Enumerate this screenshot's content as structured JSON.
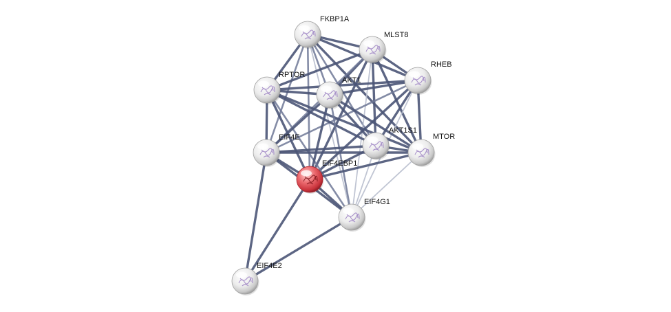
{
  "network": {
    "nodes": [
      {
        "id": "FKBP1A",
        "label": "FKBP1A",
        "query": false,
        "icon": "protein-structure-icon"
      },
      {
        "id": "MLST8",
        "label": "MLST8",
        "query": false,
        "icon": "protein-structure-icon"
      },
      {
        "id": "RHEB",
        "label": "RHEB",
        "query": false,
        "icon": "protein-structure-icon"
      },
      {
        "id": "RPTOR",
        "label": "RPTOR",
        "query": false,
        "icon": "protein-structure-icon"
      },
      {
        "id": "AKT1",
        "label": "AKT1",
        "query": false,
        "icon": "protein-structure-icon"
      },
      {
        "id": "AKT1S1",
        "label": "AKT1S1",
        "query": false,
        "icon": "protein-structure-icon"
      },
      {
        "id": "MTOR",
        "label": "MTOR",
        "query": false,
        "icon": "protein-structure-icon"
      },
      {
        "id": "EIF4E",
        "label": "EIF4E",
        "query": false,
        "icon": "protein-structure-icon"
      },
      {
        "id": "EIF4EBP1",
        "label": "EIF4EBP1",
        "query": true,
        "icon": "protein-structure-icon"
      },
      {
        "id": "EIF4G1",
        "label": "EIF4G1",
        "query": false,
        "icon": "protein-structure-icon"
      },
      {
        "id": "EIF4E2",
        "label": "EIF4E2",
        "query": false,
        "icon": "protein-structure-icon"
      }
    ],
    "edges": [
      {
        "source": "FKBP1A",
        "target": "MLST8",
        "strength": "strong"
      },
      {
        "source": "FKBP1A",
        "target": "RPTOR",
        "strength": "strong"
      },
      {
        "source": "FKBP1A",
        "target": "RHEB",
        "strength": "strong"
      },
      {
        "source": "FKBP1A",
        "target": "AKT1",
        "strength": "medium"
      },
      {
        "source": "FKBP1A",
        "target": "MTOR",
        "strength": "strong"
      },
      {
        "source": "FKBP1A",
        "target": "AKT1S1",
        "strength": "medium"
      },
      {
        "source": "FKBP1A",
        "target": "EIF4E",
        "strength": "medium"
      },
      {
        "source": "FKBP1A",
        "target": "EIF4EBP1",
        "strength": "medium"
      },
      {
        "source": "FKBP1A",
        "target": "EIF4G1",
        "strength": "weak"
      },
      {
        "source": "MLST8",
        "target": "RPTOR",
        "strength": "strong"
      },
      {
        "source": "MLST8",
        "target": "RHEB",
        "strength": "strong"
      },
      {
        "source": "MLST8",
        "target": "AKT1",
        "strength": "strong"
      },
      {
        "source": "MLST8",
        "target": "MTOR",
        "strength": "strong"
      },
      {
        "source": "MLST8",
        "target": "AKT1S1",
        "strength": "strong"
      },
      {
        "source": "MLST8",
        "target": "EIF4E",
        "strength": "medium"
      },
      {
        "source": "MLST8",
        "target": "EIF4EBP1",
        "strength": "strong"
      },
      {
        "source": "MLST8",
        "target": "EIF4G1",
        "strength": "weak"
      },
      {
        "source": "RHEB",
        "target": "RPTOR",
        "strength": "strong"
      },
      {
        "source": "RHEB",
        "target": "AKT1",
        "strength": "strong"
      },
      {
        "source": "RHEB",
        "target": "MTOR",
        "strength": "strong"
      },
      {
        "source": "RHEB",
        "target": "AKT1S1",
        "strength": "strong"
      },
      {
        "source": "RHEB",
        "target": "EIF4E",
        "strength": "medium"
      },
      {
        "source": "RHEB",
        "target": "EIF4EBP1",
        "strength": "strong"
      },
      {
        "source": "RHEB",
        "target": "EIF4G1",
        "strength": "weak"
      },
      {
        "source": "RPTOR",
        "target": "AKT1",
        "strength": "strong"
      },
      {
        "source": "RPTOR",
        "target": "MTOR",
        "strength": "strong"
      },
      {
        "source": "RPTOR",
        "target": "AKT1S1",
        "strength": "strong"
      },
      {
        "source": "RPTOR",
        "target": "EIF4E",
        "strength": "strong"
      },
      {
        "source": "RPTOR",
        "target": "EIF4EBP1",
        "strength": "strong"
      },
      {
        "source": "RPTOR",
        "target": "EIF4G1",
        "strength": "medium"
      },
      {
        "source": "AKT1",
        "target": "MTOR",
        "strength": "strong"
      },
      {
        "source": "AKT1",
        "target": "AKT1S1",
        "strength": "strong"
      },
      {
        "source": "AKT1",
        "target": "EIF4E",
        "strength": "strong"
      },
      {
        "source": "AKT1",
        "target": "EIF4EBP1",
        "strength": "strong"
      },
      {
        "source": "AKT1",
        "target": "EIF4G1",
        "strength": "medium"
      },
      {
        "source": "AKT1S1",
        "target": "MTOR",
        "strength": "strong"
      },
      {
        "source": "AKT1S1",
        "target": "EIF4E",
        "strength": "strong"
      },
      {
        "source": "AKT1S1",
        "target": "EIF4EBP1",
        "strength": "strong"
      },
      {
        "source": "AKT1S1",
        "target": "EIF4G1",
        "strength": "weak"
      },
      {
        "source": "MTOR",
        "target": "EIF4E",
        "strength": "strong"
      },
      {
        "source": "MTOR",
        "target": "EIF4EBP1",
        "strength": "strong"
      },
      {
        "source": "MTOR",
        "target": "EIF4G1",
        "strength": "weak"
      },
      {
        "source": "EIF4E",
        "target": "EIF4EBP1",
        "strength": "strong"
      },
      {
        "source": "EIF4E",
        "target": "EIF4G1",
        "strength": "strong"
      },
      {
        "source": "EIF4E",
        "target": "EIF4E2",
        "strength": "strong"
      },
      {
        "source": "EIF4EBP1",
        "target": "EIF4G1",
        "strength": "strong"
      },
      {
        "source": "EIF4EBP1",
        "target": "EIF4E2",
        "strength": "strong"
      },
      {
        "source": "EIF4G1",
        "target": "EIF4E2",
        "strength": "strong"
      }
    ],
    "colors": {
      "edge_strong": "#4b5577",
      "edge_medium": "#6f7896",
      "edge_weak": "#b9bfce",
      "node_default": "#e6e6e6",
      "node_query": "#e0454f",
      "label": "#111111"
    }
  }
}
